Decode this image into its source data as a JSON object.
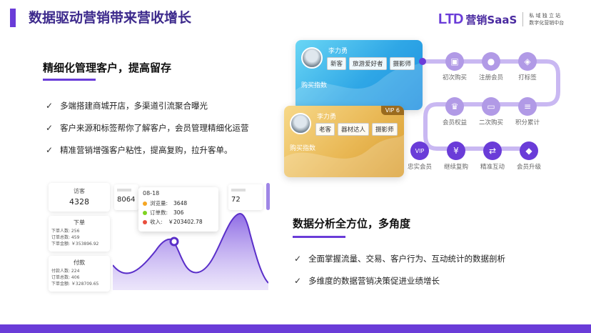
{
  "header": {
    "title": "数据驱动营销带来营收增长",
    "brand_logo": "LTD",
    "brand_name": "营销SaaS",
    "brand_sub1": "私 域 独 立 站",
    "brand_sub2": "数字化营销中台"
  },
  "section1": {
    "title": "精细化管理客户，提高留存",
    "bullets": [
      "多端搭建商城开店，多渠道引流聚合曝光",
      "客户来源和标签帮你了解客户，会员管理精细化运营",
      "精准营销增强客户粘性，提高复购，拉升客单。"
    ]
  },
  "section2": {
    "title": "数据分析全方位，多角度",
    "bullets": [
      "全面掌握流量、交易、客户行为、互动统计的数据剖析",
      "多维度的数据营销决策促进业绩增长"
    ]
  },
  "dashboard": {
    "visit_label": "访客",
    "visit_value": "4328",
    "chip1": "8064",
    "chip2": "72",
    "order_card": {
      "title": "下单",
      "rows": [
        "下单人数: 256",
        "订单总数: 459",
        "下单金额: ￥353896.92"
      ]
    },
    "pay_card": {
      "title": "付款",
      "rows": [
        "付款人数: 224",
        "订单总数: 406",
        "下单金额: ￥328709.65"
      ]
    },
    "tooltip": {
      "date": "08-18",
      "rows": [
        {
          "label": "浏览量:",
          "value": "3648",
          "color": "#f5a623"
        },
        {
          "label": "订单数:",
          "value": "306",
          "color": "#7ed321"
        },
        {
          "label": "收入:",
          "value": "￥203402.78",
          "color": "#e94e3c"
        }
      ]
    }
  },
  "member_cards": {
    "blue": {
      "name": "李力勇",
      "tags": [
        "新客",
        "旅游爱好者",
        "摄影师"
      ],
      "label": "购买指数"
    },
    "gold": {
      "name": "李力勇",
      "tags": [
        "老客",
        "器材达人",
        "摄影师"
      ],
      "label": "购买指数",
      "vip": "VIP 6"
    }
  },
  "journey": [
    {
      "label": "初次购买",
      "icon": "bag-icon"
    },
    {
      "label": "注册会员",
      "icon": "user-icon"
    },
    {
      "label": "打标签",
      "icon": "tag-icon"
    },
    {
      "label": "积分累计",
      "icon": "coin-stack-icon"
    },
    {
      "label": "二次购买",
      "icon": "wallet-icon"
    },
    {
      "label": "会员权益",
      "icon": "crown-icon"
    },
    {
      "label": "忠实会员",
      "icon": "vip-icon"
    },
    {
      "label": "继续复购",
      "icon": "yen-icon"
    },
    {
      "label": "精准互动",
      "icon": "exchange-icon"
    },
    {
      "label": "会员升级",
      "icon": "diamond-icon"
    }
  ],
  "colors": {
    "accent": "#6a3cd8",
    "accent_light": "#b19ae6"
  }
}
